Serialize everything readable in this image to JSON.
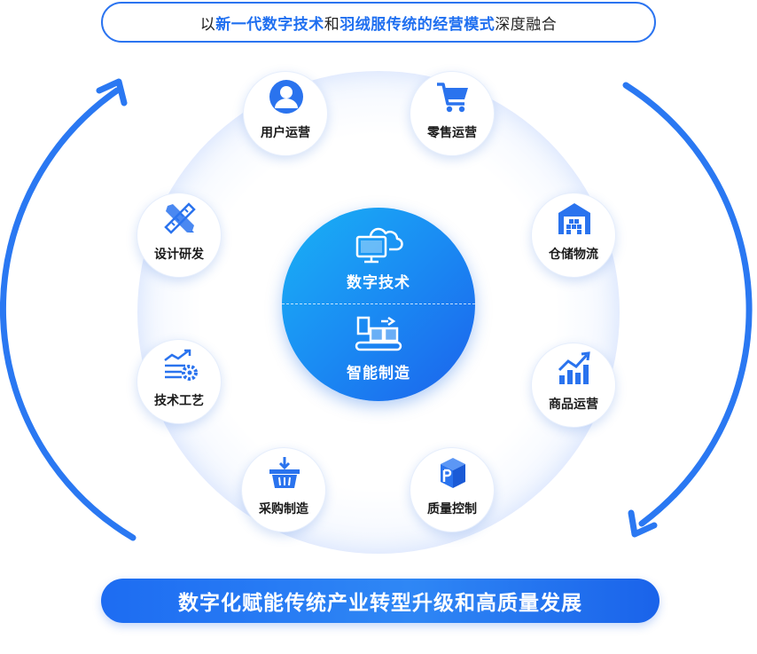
{
  "header": {
    "text_1": "以",
    "highlight_1": "新一代数字技术",
    "text_2": "和",
    "highlight_2": "羽绒服传统的经营模式",
    "text_3": "深度融合"
  },
  "center": {
    "top_label": "数字技术",
    "bottom_label": "智能制造"
  },
  "nodes": [
    {
      "label": "用户运营",
      "icon": "user-icon"
    },
    {
      "label": "零售运营",
      "icon": "shopping-cart-icon"
    },
    {
      "label": "仓储物流",
      "icon": "warehouse-icon"
    },
    {
      "label": "商品运营",
      "icon": "bar-chart-icon"
    },
    {
      "label": "质量控制",
      "icon": "parking-box-icon"
    },
    {
      "label": "采购制造",
      "icon": "basket-icon"
    },
    {
      "label": "技术工艺",
      "icon": "trend-gear-icon"
    },
    {
      "label": "设计研发",
      "icon": "ruler-pencil-icon"
    }
  ],
  "footer": {
    "slogan": "数字化赋能传统产业转型升级和高质量发展"
  },
  "colors": {
    "primary": "#1f6ff0",
    "icon_blue": "#2a73ee",
    "center_light": "#19b2f5",
    "center_dark": "#1c62ec"
  }
}
